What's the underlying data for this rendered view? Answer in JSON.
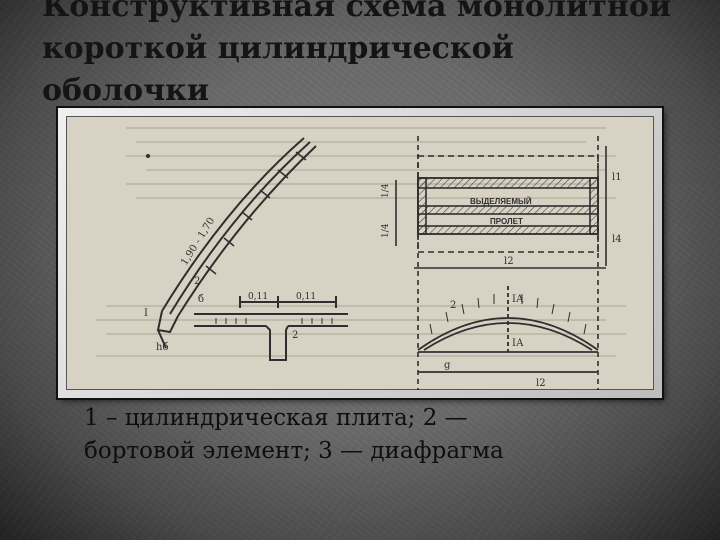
{
  "slide": {
    "title_lines": [
      "Конструктивная схема монолитной",
      "короткой цилиндрической",
      "оболочки"
    ],
    "caption_lines": [
      "1 – цилиндрическая плита; 2 —",
      "бортовой элемент; 3 — диафрагма"
    ]
  },
  "drawing": {
    "plan_labels": [
      "ВЫДЕЛЯЕМЫЙ",
      "ПРОЛЕТ"
    ],
    "dimension_labels": [
      "1,90 - 1,70",
      "0,11",
      "0,11",
      "1/4",
      "1/4",
      "l2",
      "l2",
      "l1",
      "l4",
      "g",
      "IА",
      "IА",
      "2",
      "2",
      "2",
      "б",
      "I",
      "hб"
    ],
    "paper_color": "#d7d2c4",
    "ink_color": "#2f2f2f"
  }
}
